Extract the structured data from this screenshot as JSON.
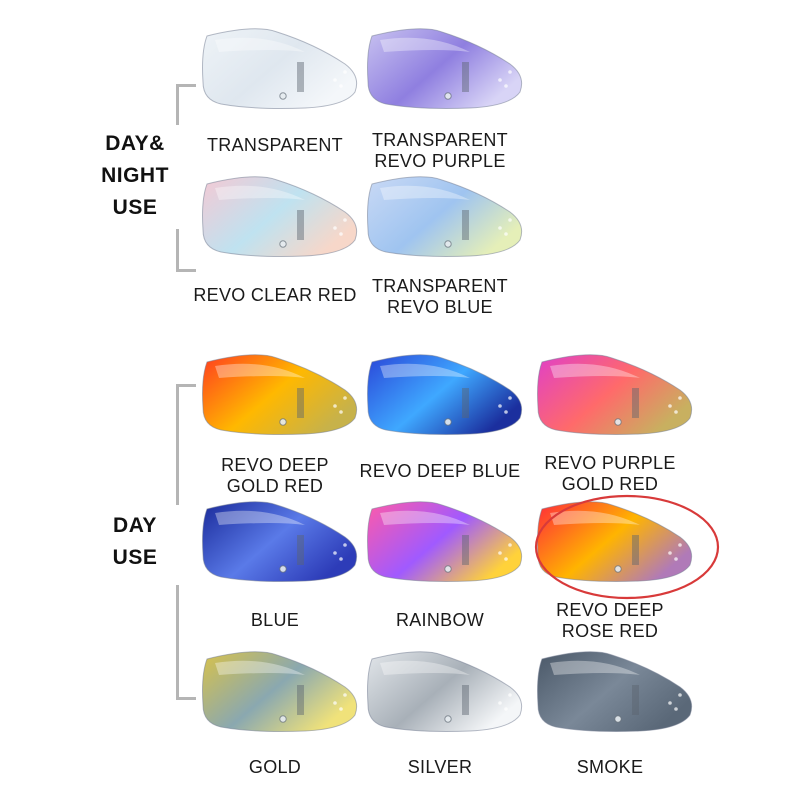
{
  "groups": {
    "day_night": {
      "line1": "DAY&",
      "line2": "NIGHT",
      "line3": "USE"
    },
    "day": {
      "line1": "DAY",
      "line2": "USE"
    }
  },
  "visors": [
    {
      "id": "transparent",
      "lines": [
        "TRANSPARENT"
      ],
      "colors": [
        "#eef3f7",
        "#dfe7ef",
        "#f4f7fa"
      ]
    },
    {
      "id": "transparent-revo-purple",
      "lines": [
        "TRANSPARENT",
        "REVO PURPLE"
      ],
      "colors": [
        "#c8c2f0",
        "#8f7fe0",
        "#d8d4f6"
      ]
    },
    {
      "id": "revo-clear-red",
      "lines": [
        "REVO CLEAR RED"
      ],
      "colors": [
        "#f4c9d4",
        "#bfe2f0",
        "#f7d7c9"
      ]
    },
    {
      "id": "transparent-revo-blue",
      "lines": [
        "TRANSPARENT",
        "REVO BLUE"
      ],
      "colors": [
        "#c9d9f5",
        "#9fc4f0",
        "#e5efb8"
      ]
    },
    {
      "id": "revo-deep-gold-red",
      "lines": [
        "REVO DEEP",
        "GOLD RED"
      ],
      "colors": [
        "#ff3d1f",
        "#ffb800",
        "#c7b24a"
      ]
    },
    {
      "id": "revo-deep-blue",
      "lines": [
        "REVO DEEP BLUE"
      ],
      "colors": [
        "#2a46d8",
        "#3fa8ff",
        "#1b2f9e"
      ]
    },
    {
      "id": "revo-purple-gold-red",
      "lines": [
        "REVO PURPLE",
        "GOLD RED"
      ],
      "colors": [
        "#e040c8",
        "#ff6a6a",
        "#c8b060"
      ]
    },
    {
      "id": "blue",
      "lines": [
        "BLUE"
      ],
      "colors": [
        "#1a2a9a",
        "#5a7ae8",
        "#2d3cb8"
      ]
    },
    {
      "id": "rainbow",
      "lines": [
        "RAINBOW"
      ],
      "colors": [
        "#ff5aa8",
        "#a05aff",
        "#ffd23a"
      ]
    },
    {
      "id": "revo-deep-rose-red",
      "lines": [
        "REVO DEEP",
        "ROSE RED"
      ],
      "colors": [
        "#ff2a3a",
        "#ffb400",
        "#b07ab8"
      ]
    },
    {
      "id": "gold",
      "lines": [
        "GOLD"
      ],
      "colors": [
        "#d8c24a",
        "#8aa8b0",
        "#f0e27a"
      ]
    },
    {
      "id": "silver",
      "lines": [
        "SILVER"
      ],
      "colors": [
        "#e2e6ea",
        "#a8b0b8",
        "#f4f6f8"
      ]
    },
    {
      "id": "smoke",
      "lines": [
        "SMOKE"
      ],
      "colors": [
        "#4a5868",
        "#7a8898",
        "#5a6878"
      ]
    }
  ],
  "colors": {
    "highlight_ring": "#d83a3a",
    "bracket": "#b5b5b5"
  }
}
